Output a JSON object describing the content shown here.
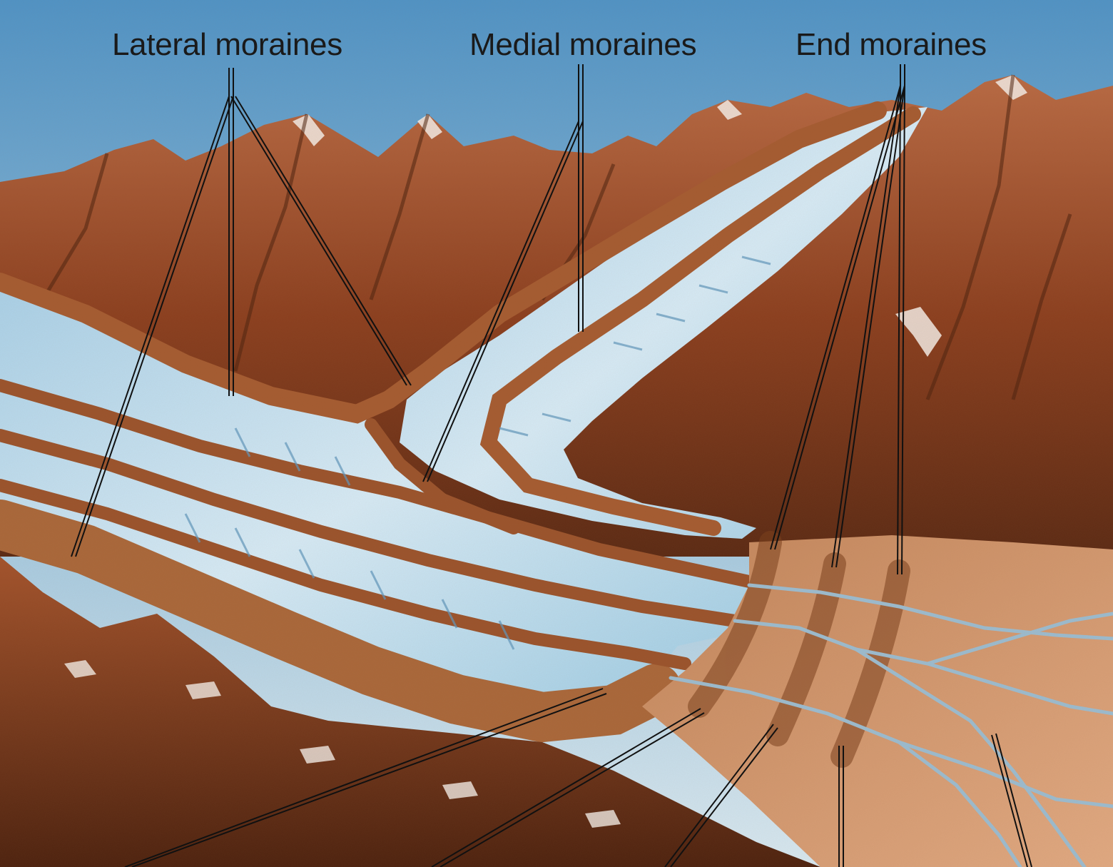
{
  "labels": {
    "lateral": "Lateral moraines",
    "medial": "Medial moraines",
    "end": "End moraines"
  },
  "colors": {
    "sky_top": "#4f93c6",
    "sky_bottom": "#d7e8f1",
    "rock_dark": "#5b2a14",
    "rock_mid": "#9b4a27",
    "rock_light": "#c57a55",
    "snow": "#f3ece6",
    "ice": "#bcdcef",
    "ice_light": "#e2f0f8",
    "ice_shadow": "#7fb4d3",
    "moraine": "#b0663a",
    "moraine_dark": "#7a3f1c",
    "outwash": "#d29a72",
    "stream": "#9bbcd0",
    "leader": "#111111"
  }
}
